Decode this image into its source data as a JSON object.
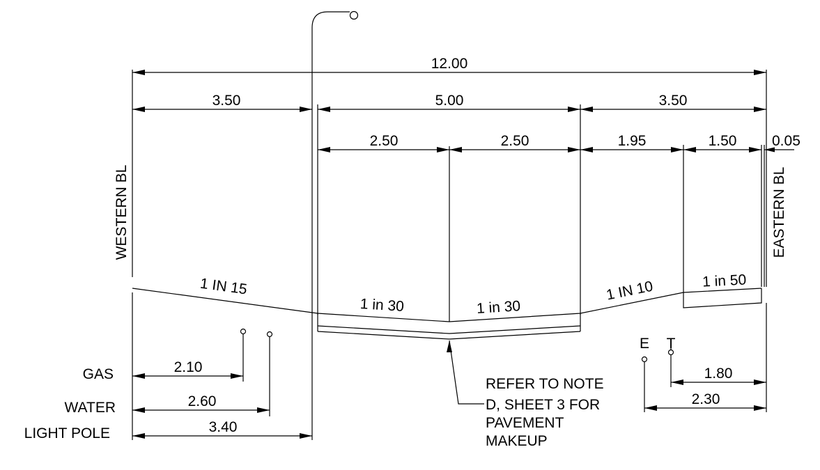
{
  "dimensions": {
    "total": "12.00",
    "west_verge": "3.50",
    "carriageway": "5.00",
    "east_verge": "3.50",
    "lane_west": "2.50",
    "lane_east": "2.50",
    "east_seg_a": "1.95",
    "east_seg_b": "1.50",
    "east_seg_c": "0.05"
  },
  "boundaries": {
    "west": "WESTERN BL",
    "east": "EASTERN BL"
  },
  "slopes": {
    "west_verge": "1 IN 15",
    "lane_west": "1 in 30",
    "lane_east": "1 in 30",
    "east_verge": "1 IN 10",
    "footpath": "1 in 50"
  },
  "services_west": {
    "gas_label": "GAS",
    "gas_offset": "2.10",
    "water_label": "WATER",
    "water_offset": "2.60",
    "light_pole_label": "LIGHT POLE",
    "light_pole_offset": "3.40"
  },
  "services_east": {
    "electric_label": "E",
    "telecom_label": "T",
    "telecom_offset": "1.80",
    "electric_offset": "2.30"
  },
  "note": {
    "line1": "REFER TO NOTE",
    "line2": "D, SHEET 3 FOR",
    "line3": "PAVEMENT",
    "line4": "MAKEUP"
  }
}
